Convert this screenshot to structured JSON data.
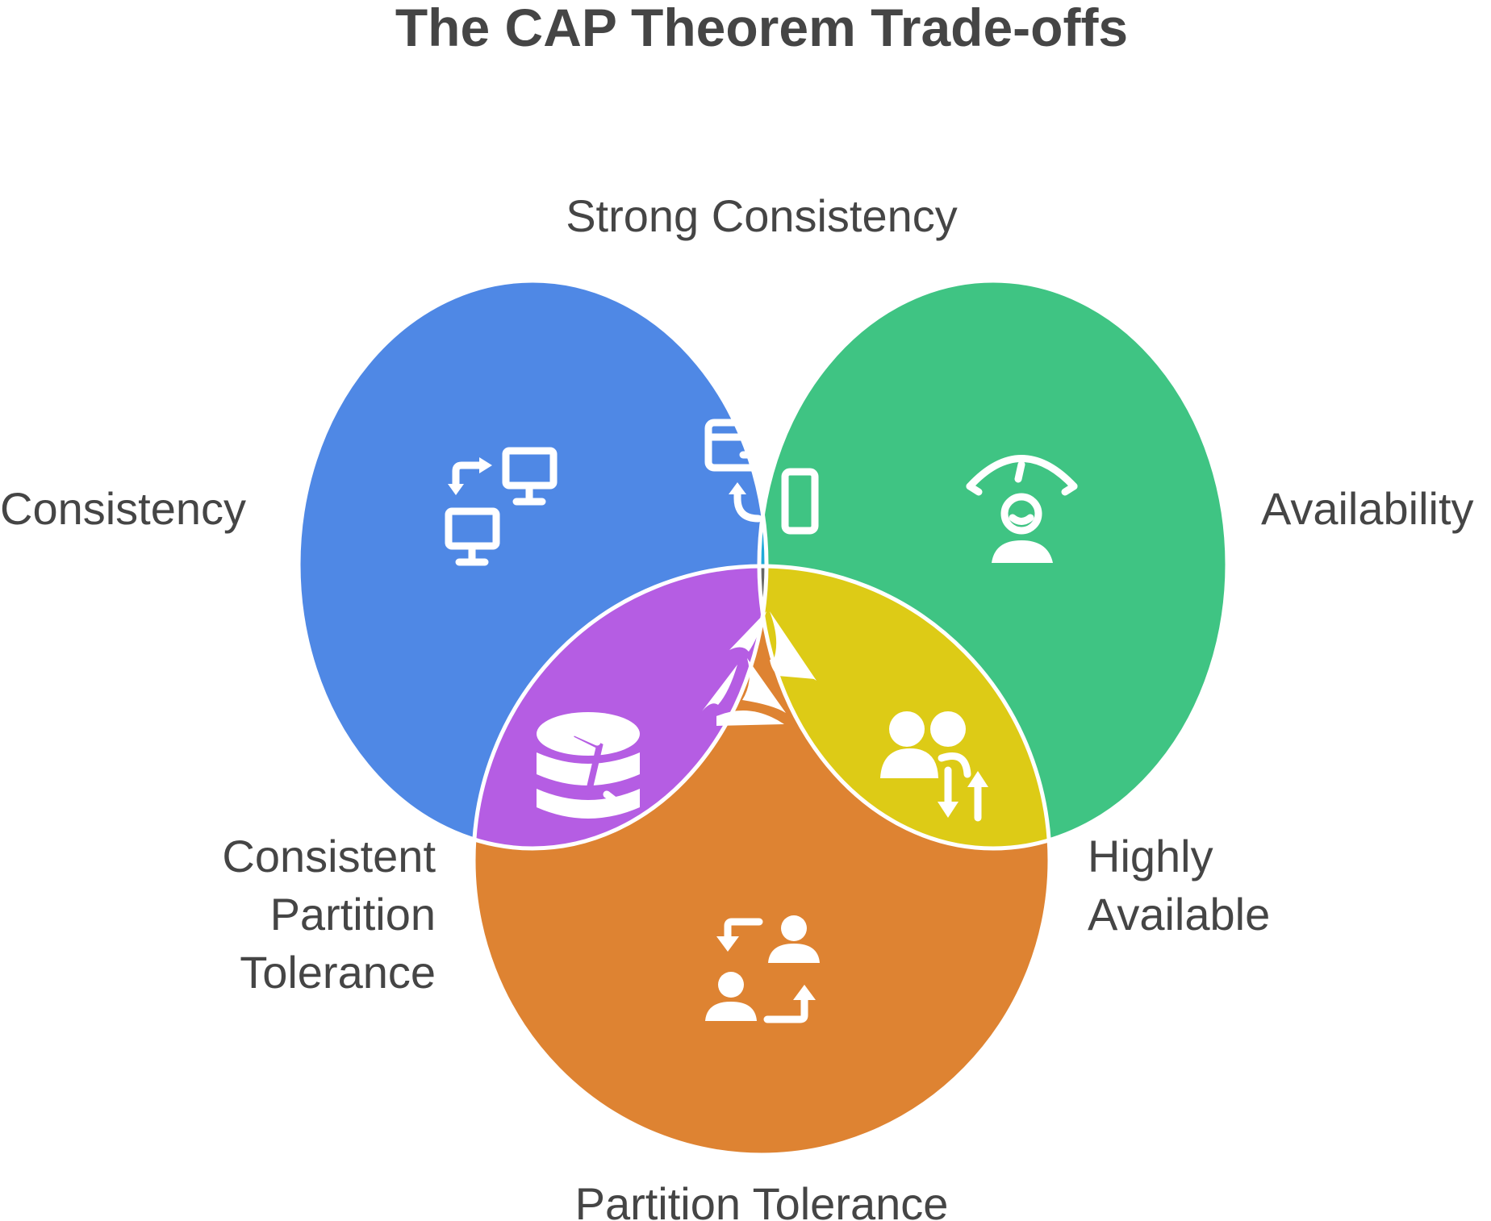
{
  "title": "The CAP Theorem Trade-offs",
  "colors": {
    "consistency": "#4f88e5",
    "availability": "#3fc483",
    "partition_tolerance": "#de8332",
    "strong_consistency": "#1faad9",
    "consistent_partition_tolerance": "#b55de3",
    "highly_available": "#ddcb16",
    "center": "#666666",
    "label_text": "#454545",
    "outline": "#ffffff"
  },
  "labels": {
    "consistency": "Consistency",
    "availability": "Availability",
    "partition_tolerance": "Partition Tolerance",
    "strong_consistency": "Strong Consistency",
    "consistent_partition_tolerance": [
      "Consistent",
      "Partition",
      "Tolerance"
    ],
    "highly_available": [
      "Highly",
      "Available"
    ]
  },
  "icons": {
    "consistency": "two-monitors-sync-icon",
    "strong_consistency": "card-to-phone-icon",
    "availability": "user-gauge-icon",
    "consistent_partition_tolerance": "split-database-icon",
    "center": "triangle-balance-icon",
    "highly_available": "users-exchange-icon",
    "partition_tolerance": "user-swap-icon"
  }
}
